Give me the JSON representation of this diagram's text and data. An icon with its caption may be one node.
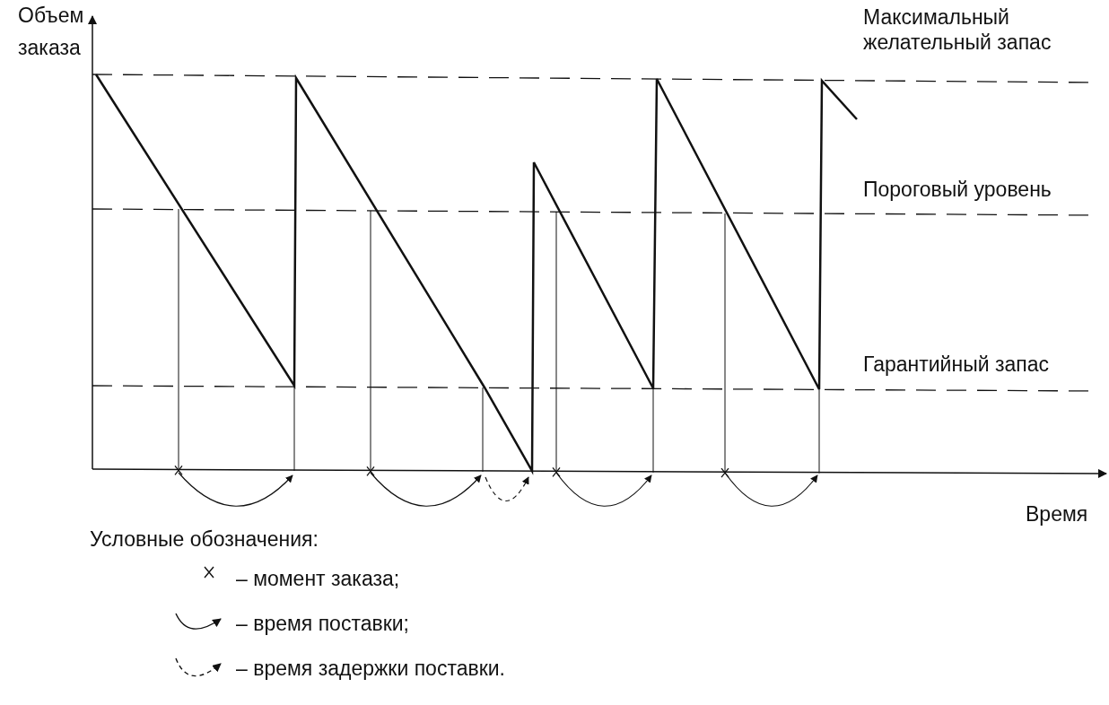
{
  "diagram": {
    "labels": [
      "Объем заказа",
      "Максимальный желательный запас",
      "Пороговый уровень",
      "Гарантийный запас",
      "Время",
      "Условные обозначения:"
    ],
    "legend": [
      {
        "text": "– момент заказа;"
      },
      {
        "text": "– время поставки;"
      },
      {
        "text": "– время задержки поставки."
      }
    ]
  }
}
